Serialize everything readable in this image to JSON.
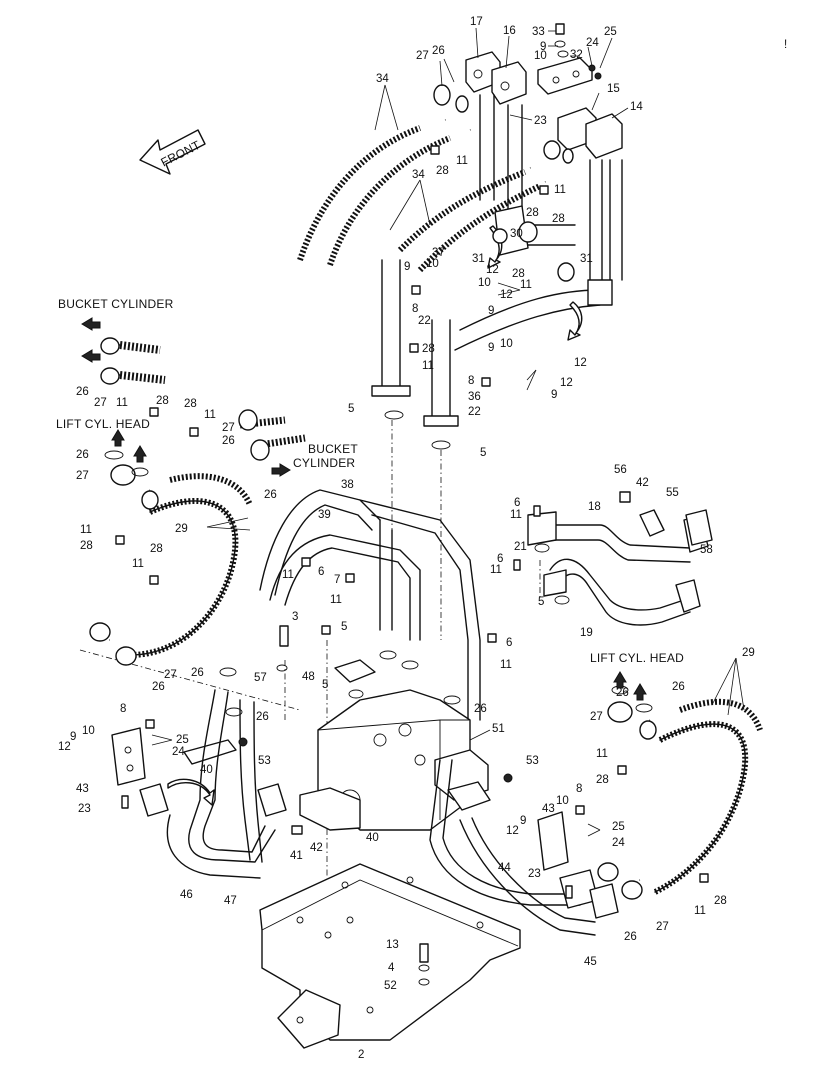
{
  "orientation": {
    "label": "FRONT"
  },
  "captions": {
    "bucket_cylinder": "BUCKET CYLINDER",
    "lift_cyl_head": "LIFT CYL. HEAD",
    "bucket": "BUCKET",
    "cylinder": "CYLINDER",
    "lift_cyl_head_right": "LIFT CYL. HEAD"
  },
  "corner_mark": "!",
  "callouts": [
    {
      "id": "c17",
      "text": "17"
    },
    {
      "id": "c16",
      "text": "16"
    },
    {
      "id": "c33",
      "text": "33"
    },
    {
      "id": "c25a",
      "text": "25"
    },
    {
      "id": "c9a",
      "text": "9"
    },
    {
      "id": "c24a",
      "text": "24"
    },
    {
      "id": "c10a",
      "text": "10"
    },
    {
      "id": "c32",
      "text": "32"
    },
    {
      "id": "c15",
      "text": "15"
    },
    {
      "id": "c14",
      "text": "14"
    },
    {
      "id": "c27a",
      "text": "27"
    },
    {
      "id": "c26a",
      "text": "26"
    },
    {
      "id": "c34a",
      "text": "34"
    },
    {
      "id": "c23a",
      "text": "23"
    },
    {
      "id": "c11a",
      "text": "11"
    },
    {
      "id": "c28a",
      "text": "28"
    },
    {
      "id": "c34b",
      "text": "34"
    },
    {
      "id": "c11b",
      "text": "11"
    },
    {
      "id": "c28b",
      "text": "28"
    },
    {
      "id": "c28c",
      "text": "28"
    },
    {
      "id": "c30",
      "text": "30"
    },
    {
      "id": "c31a",
      "text": "31"
    },
    {
      "id": "c37",
      "text": "37"
    },
    {
      "id": "c10b",
      "text": "10"
    },
    {
      "id": "c9b",
      "text": "9"
    },
    {
      "id": "c12a",
      "text": "12"
    },
    {
      "id": "c10c",
      "text": "10"
    },
    {
      "id": "c31b",
      "text": "31"
    },
    {
      "id": "c28d",
      "text": "28"
    },
    {
      "id": "c11c",
      "text": "11"
    },
    {
      "id": "c12b",
      "text": "12"
    },
    {
      "id": "c8a",
      "text": "8"
    },
    {
      "id": "c9c",
      "text": "9"
    },
    {
      "id": "c22a",
      "text": "22"
    },
    {
      "id": "c28e",
      "text": "28"
    },
    {
      "id": "c11d",
      "text": "11"
    },
    {
      "id": "c9d",
      "text": "9"
    },
    {
      "id": "c10d",
      "text": "10"
    },
    {
      "id": "c12c",
      "text": "12"
    },
    {
      "id": "c8b",
      "text": "8"
    },
    {
      "id": "c12d",
      "text": "12"
    },
    {
      "id": "c36",
      "text": "36"
    },
    {
      "id": "c9e",
      "text": "9"
    },
    {
      "id": "c22b",
      "text": "22"
    },
    {
      "id": "c26b",
      "text": "26"
    },
    {
      "id": "c27b",
      "text": "27"
    },
    {
      "id": "c11e",
      "text": "11"
    },
    {
      "id": "c28f",
      "text": "28"
    },
    {
      "id": "c28g",
      "text": "28"
    },
    {
      "id": "c11f",
      "text": "11"
    },
    {
      "id": "c27c",
      "text": "27"
    },
    {
      "id": "c26c",
      "text": "26"
    },
    {
      "id": "c5a",
      "text": "5"
    },
    {
      "id": "c5b",
      "text": "5"
    },
    {
      "id": "c26d",
      "text": "26"
    },
    {
      "id": "c27d",
      "text": "27"
    },
    {
      "id": "c26e",
      "text": "26"
    },
    {
      "id": "c38",
      "text": "38"
    },
    {
      "id": "c29a",
      "text": "29"
    },
    {
      "id": "c39",
      "text": "39"
    },
    {
      "id": "c11g",
      "text": "11"
    },
    {
      "id": "c28h",
      "text": "28"
    },
    {
      "id": "c28i",
      "text": "28"
    },
    {
      "id": "c11h",
      "text": "11"
    },
    {
      "id": "c56",
      "text": "56"
    },
    {
      "id": "c42a",
      "text": "42"
    },
    {
      "id": "c55",
      "text": "55"
    },
    {
      "id": "c6a",
      "text": "6"
    },
    {
      "id": "c11i",
      "text": "11"
    },
    {
      "id": "c18",
      "text": "18"
    },
    {
      "id": "c58",
      "text": "58"
    },
    {
      "id": "c21",
      "text": "21"
    },
    {
      "id": "c6b",
      "text": "6"
    },
    {
      "id": "c11j",
      "text": "11"
    },
    {
      "id": "c11k",
      "text": "11"
    },
    {
      "id": "c6c",
      "text": "6"
    },
    {
      "id": "c7",
      "text": "7"
    },
    {
      "id": "c11l",
      "text": "11"
    },
    {
      "id": "c5c",
      "text": "5"
    },
    {
      "id": "c19",
      "text": "19"
    },
    {
      "id": "c3",
      "text": "3"
    },
    {
      "id": "c5d",
      "text": "5"
    },
    {
      "id": "c6d",
      "text": "6"
    },
    {
      "id": "c11m",
      "text": "11"
    },
    {
      "id": "c27e",
      "text": "27"
    },
    {
      "id": "c26f",
      "text": "26"
    },
    {
      "id": "c26g",
      "text": "26"
    },
    {
      "id": "c57",
      "text": "57"
    },
    {
      "id": "c48",
      "text": "48"
    },
    {
      "id": "c5e",
      "text": "5"
    },
    {
      "id": "c26h",
      "text": "26"
    },
    {
      "id": "c26i",
      "text": "26"
    },
    {
      "id": "c29b",
      "text": "29"
    },
    {
      "id": "c26j",
      "text": "26"
    },
    {
      "id": "c27f",
      "text": "27"
    },
    {
      "id": "c8c",
      "text": "8"
    },
    {
      "id": "c9f",
      "text": "9"
    },
    {
      "id": "c10e",
      "text": "10"
    },
    {
      "id": "c12e",
      "text": "12"
    },
    {
      "id": "c25b",
      "text": "25"
    },
    {
      "id": "c24b",
      "text": "24"
    },
    {
      "id": "c26k",
      "text": "26"
    },
    {
      "id": "c51",
      "text": "51"
    },
    {
      "id": "c11n",
      "text": "11"
    },
    {
      "id": "c28j",
      "text": "28"
    },
    {
      "id": "c53a",
      "text": "53"
    },
    {
      "id": "c53b",
      "text": "53"
    },
    {
      "id": "c43a",
      "text": "43"
    },
    {
      "id": "c40a",
      "text": "40"
    },
    {
      "id": "c23b",
      "text": "23"
    },
    {
      "id": "c8d",
      "text": "8"
    },
    {
      "id": "c43b",
      "text": "43"
    },
    {
      "id": "c10f",
      "text": "10"
    },
    {
      "id": "c9g",
      "text": "9"
    },
    {
      "id": "c12f",
      "text": "12"
    },
    {
      "id": "c25c",
      "text": "25"
    },
    {
      "id": "c24c",
      "text": "24"
    },
    {
      "id": "c40b",
      "text": "40"
    },
    {
      "id": "c42b",
      "text": "42"
    },
    {
      "id": "c41",
      "text": "41"
    },
    {
      "id": "c46",
      "text": "46"
    },
    {
      "id": "c47",
      "text": "47"
    },
    {
      "id": "c44",
      "text": "44"
    },
    {
      "id": "c23c",
      "text": "23"
    },
    {
      "id": "c26l",
      "text": "26"
    },
    {
      "id": "c27g",
      "text": "27"
    },
    {
      "id": "c11o",
      "text": "11"
    },
    {
      "id": "c28k",
      "text": "28"
    },
    {
      "id": "c13",
      "text": "13"
    },
    {
      "id": "c4",
      "text": "4"
    },
    {
      "id": "c52",
      "text": "52"
    },
    {
      "id": "c45",
      "text": "45"
    },
    {
      "id": "c2",
      "text": "2"
    }
  ]
}
